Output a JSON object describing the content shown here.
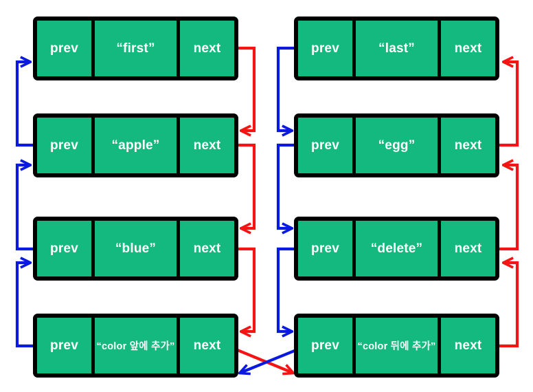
{
  "diagram": {
    "type": "doubly-linked-list",
    "title": "",
    "colors": {
      "node_fill": "#14b97f",
      "node_border": "#000000",
      "node_text": "#ffffff",
      "prev_pointer": "#0a19e0",
      "next_pointer": "#f41414",
      "background": "#ffffff"
    },
    "cell_labels": {
      "prev": "prev",
      "next": "next"
    },
    "columns": [
      {
        "name": "left-column",
        "nodes": [
          {
            "id": "node-first",
            "value": "“first”",
            "prev_label": "prev",
            "next_label": "next"
          },
          {
            "id": "node-apple",
            "value": "“apple”",
            "prev_label": "prev",
            "next_label": "next"
          },
          {
            "id": "node-blue",
            "value": "“blue”",
            "prev_label": "prev",
            "next_label": "next"
          },
          {
            "id": "node-color-before",
            "value": "“color 앞에 추가”",
            "prev_label": "prev",
            "next_label": "next"
          }
        ]
      },
      {
        "name": "right-column",
        "nodes": [
          {
            "id": "node-last",
            "value": "“last”",
            "prev_label": "prev",
            "next_label": "next"
          },
          {
            "id": "node-egg",
            "value": "“egg”",
            "prev_label": "prev",
            "next_label": "next"
          },
          {
            "id": "node-delete",
            "value": "“delete”",
            "prev_label": "prev",
            "next_label": "next"
          },
          {
            "id": "node-color-after",
            "value": "“color 뒤에 추가”",
            "prev_label": "prev",
            "next_label": "next"
          }
        ]
      }
    ],
    "pointers": {
      "next_color": "#f41414",
      "prev_color": "#0a19e0",
      "next_links": [
        "first -> apple",
        "apple -> blue",
        "blue -> color 앞에 추가",
        "color 앞에 추가 -> color 뒤에 추가",
        "color 뒤에 추가 -> delete",
        "delete -> egg",
        "egg -> last"
      ],
      "prev_links": [
        "apple -> first",
        "blue -> apple",
        "color 앞에 추가 -> blue",
        "color 뒤에 추가 -> color 앞에 추가",
        "last -> egg",
        "egg -> delete",
        "delete -> color 뒤에 추가"
      ]
    }
  }
}
